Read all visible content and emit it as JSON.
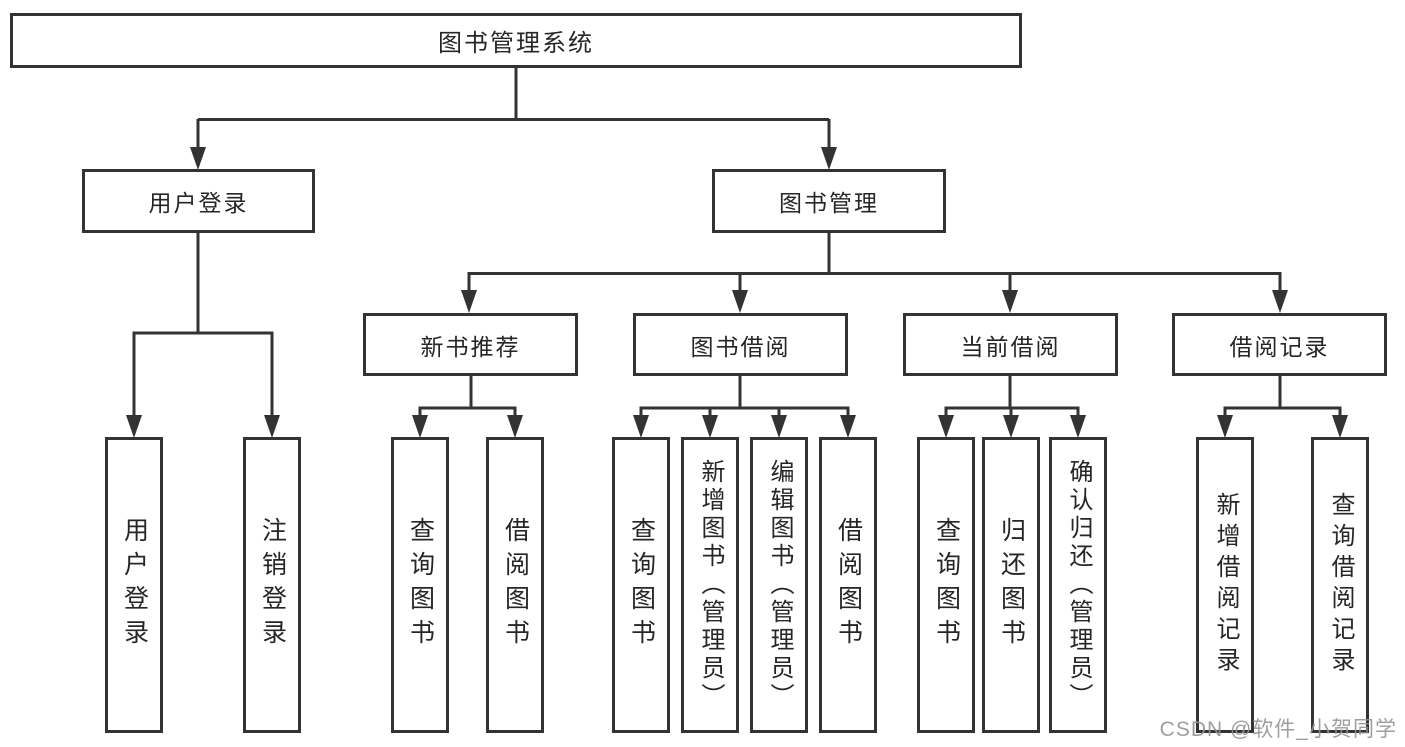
{
  "diagram": {
    "type": "tree-hierarchy",
    "nodes": {
      "root": "图书管理系统",
      "l2": [
        "用户登录",
        "图书管理"
      ],
      "l3": [
        "新书推荐",
        "图书借阅",
        "当前借阅",
        "借阅记录"
      ],
      "leaves_login": [
        "用户登录",
        "注销登录"
      ],
      "leaves_newbook": [
        "查询图书",
        "借阅图书"
      ],
      "leaves_borrow": [
        "查询图书",
        "新增图书（管理员）",
        "编辑图书（管理员）",
        "借阅图书"
      ],
      "leaves_current": [
        "查询图书",
        "归还图书",
        "确认归还（管理员）"
      ],
      "leaves_record": [
        "新增借阅记录",
        "查询借阅记录"
      ]
    },
    "colors": {
      "line": "#333333",
      "box_border": "#333333",
      "box_bg": "#ffffff",
      "text": "#262626",
      "watermark": "#949494"
    }
  },
  "watermark": {
    "text": "CSDN @软件_小贺同学"
  }
}
